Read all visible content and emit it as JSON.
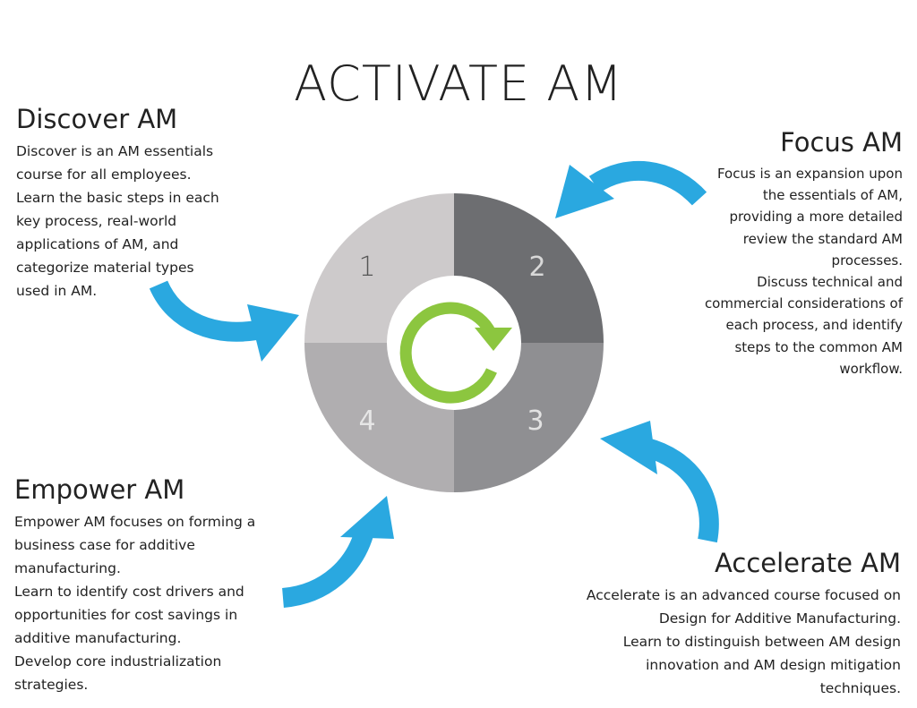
{
  "title": "ACTIVATE AM",
  "segments": [
    {
      "number": "1",
      "color": "#cdcacb"
    },
    {
      "number": "2",
      "color": "#6d6e71"
    },
    {
      "number": "3",
      "color": "#8f8f92"
    },
    {
      "number": "4",
      "color": "#b0aeb0"
    }
  ],
  "center_icon": "refresh-cycle-icon",
  "colors": {
    "arrow": "#2aa8e0",
    "cycle": "#8cc63f",
    "text": "#222222"
  },
  "discover": {
    "heading": "Discover AM",
    "lines": [
      "Discover is an AM essentials",
      "course for all employees.",
      "Learn the basic steps in each",
      "key process, real-world",
      "applications of AM, and",
      "categorize material types",
      "used in AM."
    ]
  },
  "focus": {
    "heading": "Focus AM",
    "lines": [
      "Focus is an expansion upon",
      "the essentials of AM,",
      "providing a more detailed",
      "review the standard AM",
      "processes.",
      "Discuss technical and",
      "commercial considerations of",
      "each process, and identify",
      "steps to the common AM",
      "workflow."
    ]
  },
  "empower": {
    "heading": "Empower AM",
    "lines": [
      "Empower AM focuses on forming a",
      "business case for additive",
      "manufacturing.",
      "Learn to identify cost drivers and",
      "opportunities for cost savings in",
      "additive manufacturing.",
      "Develop core industrialization",
      "strategies."
    ]
  },
  "accelerate": {
    "heading": "Accelerate AM",
    "lines": [
      "Accelerate is an advanced course focused on",
      "Design for Additive Manufacturing.",
      "Learn to distinguish between AM design",
      "innovation and AM design mitigation",
      "techniques."
    ]
  }
}
